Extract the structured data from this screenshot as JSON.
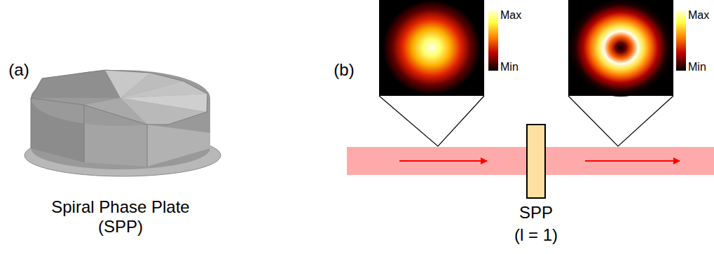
{
  "diagram": {
    "labels": [
      "(a)",
      "Spiral Phase Plate (SPP)",
      "(b)",
      "Max",
      "Min",
      "Max",
      "Min",
      "SPP",
      "(l = 1)"
    ]
  }
}
